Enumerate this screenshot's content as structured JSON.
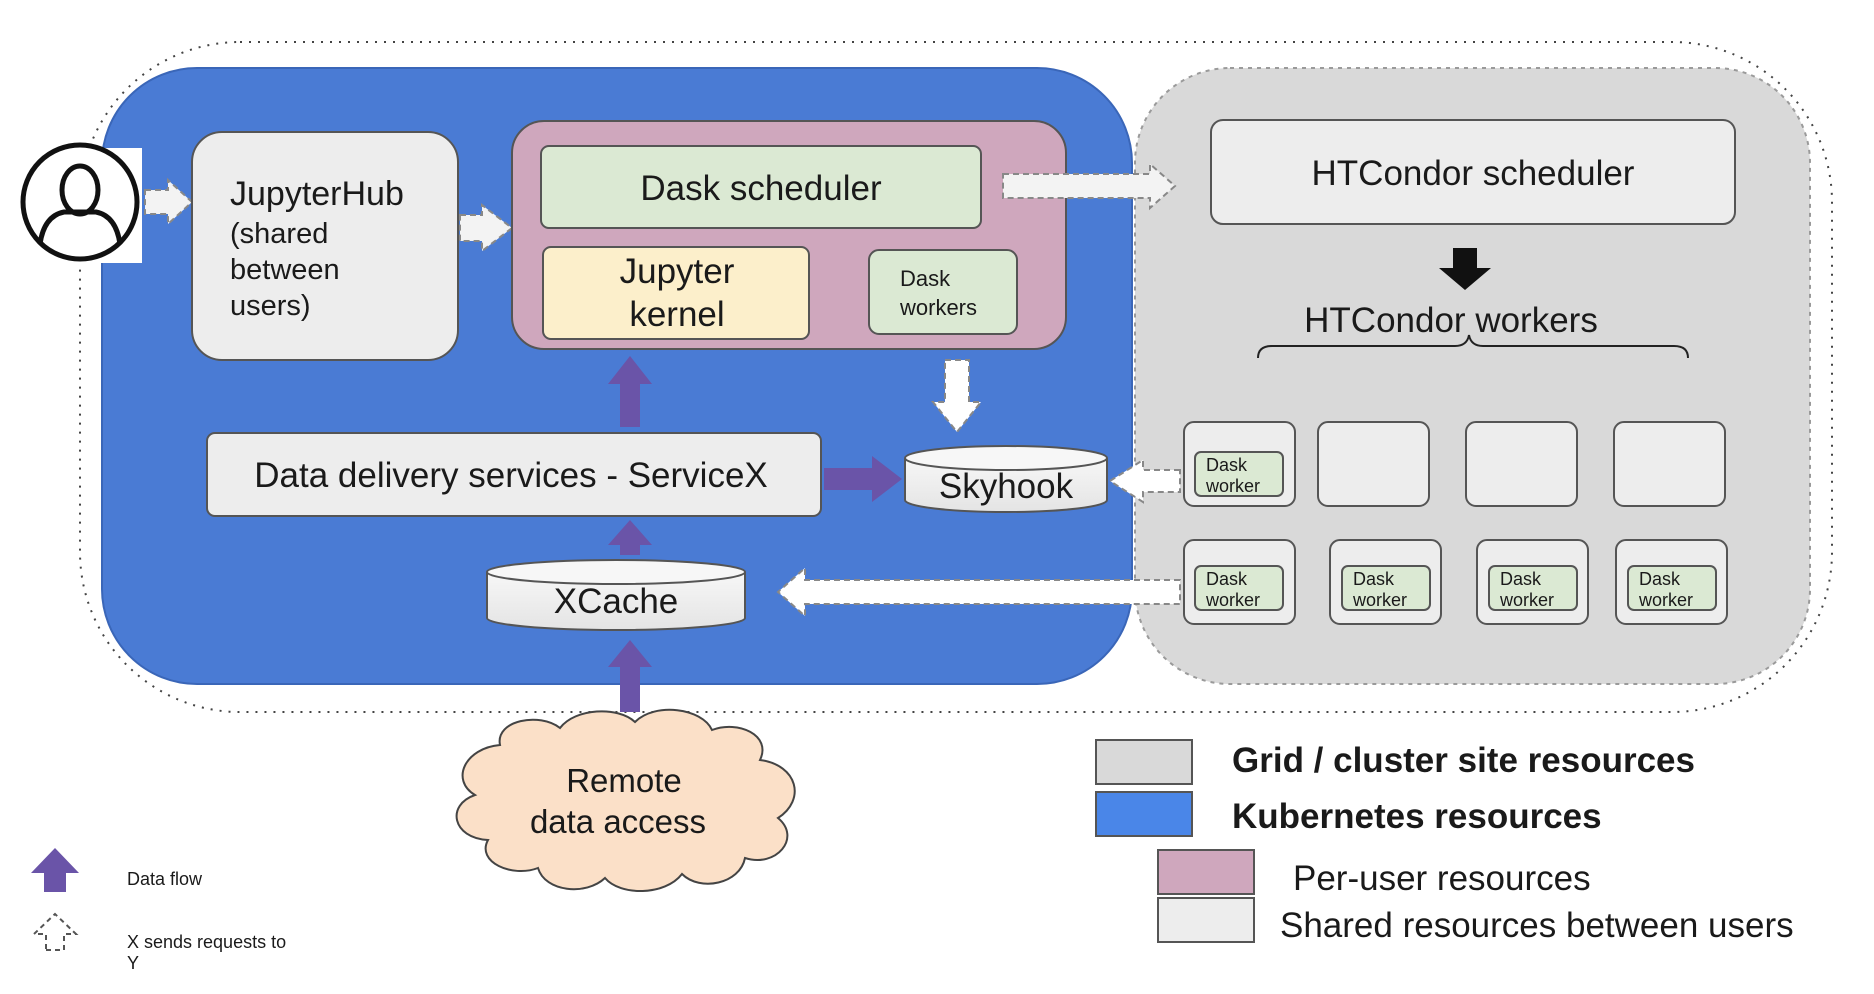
{
  "nodes": {
    "jupyterhub": {
      "title": "JupyterHub",
      "line1": "(shared",
      "line2": "between",
      "line3": "users)"
    },
    "dask_scheduler": "Dask scheduler",
    "jupyter_kernel": {
      "line1": "Jupyter",
      "line2": "kernel"
    },
    "dask_workers": {
      "line1": "Dask",
      "line2": "workers"
    },
    "servicex": "Data delivery services - ServiceX",
    "skyhook": "Skyhook",
    "xcache": "XCache",
    "remote": {
      "line1": "Remote",
      "line2": "data access"
    },
    "htcondor_scheduler": "HTCondor scheduler",
    "htcondor_workers": "HTCondor workers",
    "worker_label": {
      "line1": "Dask",
      "line2": "worker"
    }
  },
  "legend": {
    "grid": "Grid / cluster site resources",
    "kubernetes": "Kubernetes resources",
    "per_user": "Per-user resources",
    "shared": "Shared resources between users",
    "data_flow": "Data flow",
    "requests_line1": "X sends requests to",
    "requests_line2": "Y"
  },
  "colors": {
    "kubernetes": "#4a7bd4",
    "grid": "#d9d9d9",
    "per_user": "#cfa7bd",
    "shared": "#ededed",
    "dask_green": "#dbe9d3",
    "kernel_yellow": "#fcefcb",
    "cloud": "#fbe0c8",
    "data_flow_arrow": "#6a54a8"
  }
}
